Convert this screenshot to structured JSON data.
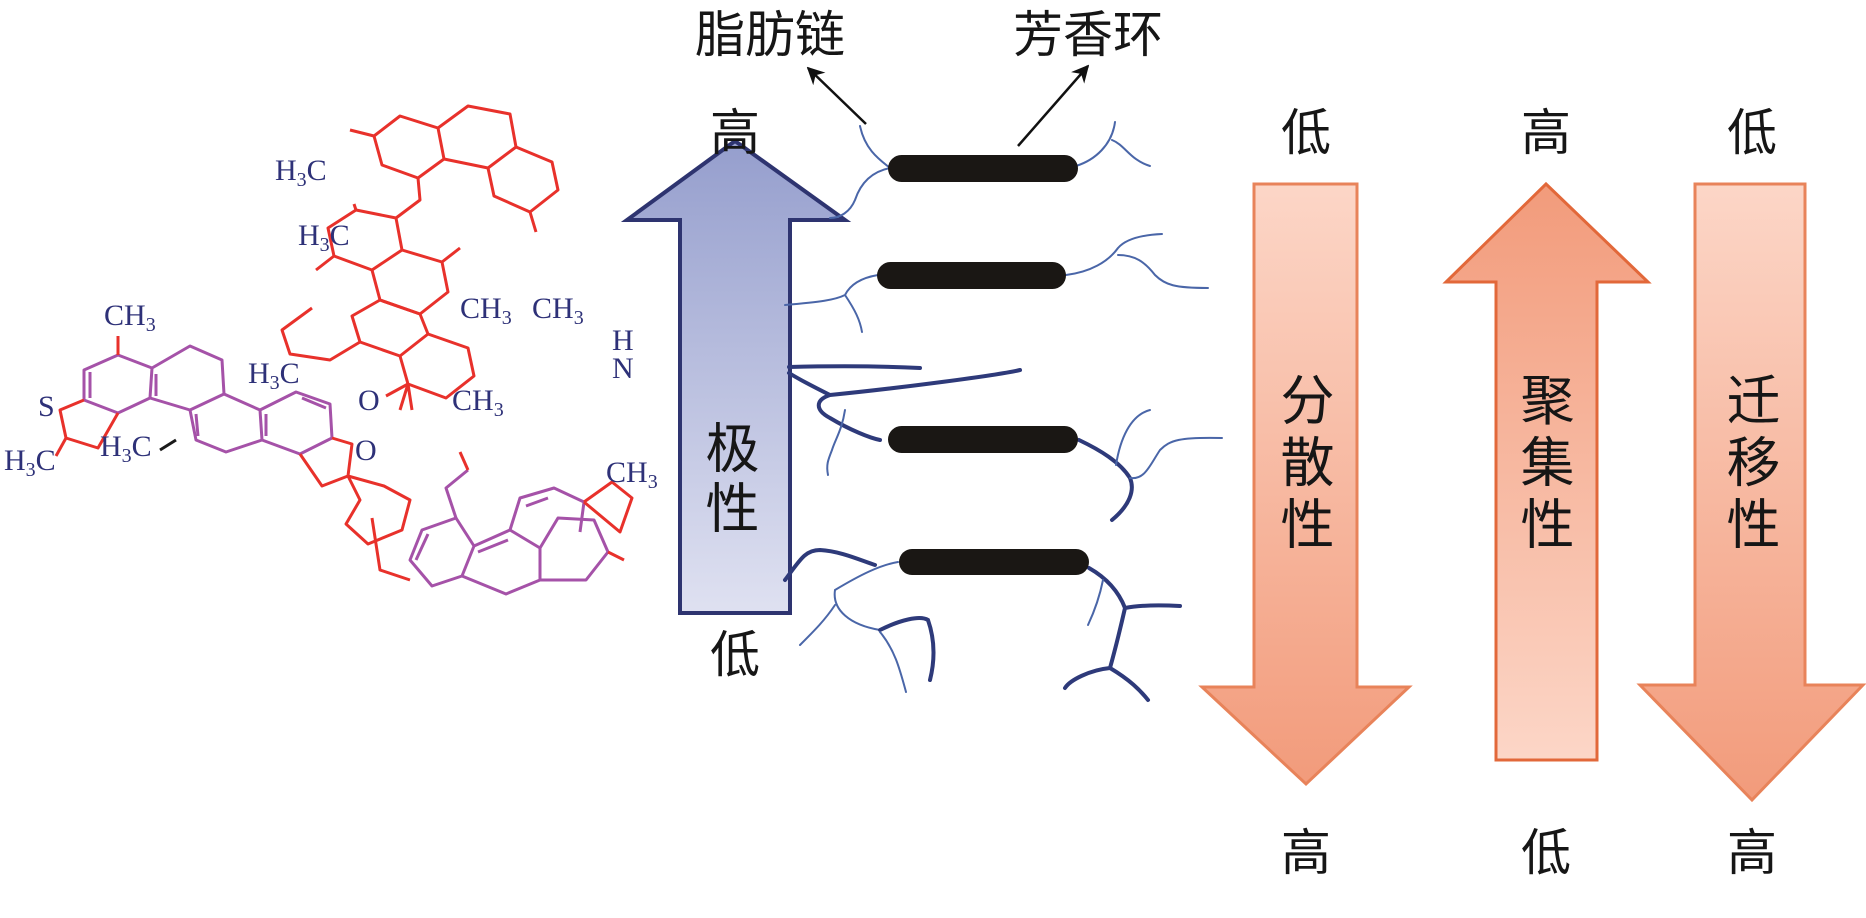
{
  "diagram": {
    "top_labels": {
      "aliphatic_chain": "脂肪链",
      "aromatic_ring": "芳香环"
    },
    "polarity_arrow": {
      "label": "极性",
      "top": "高",
      "bottom": "低",
      "direction": "up",
      "color": "#9aa3cf"
    },
    "property_arrows": [
      {
        "label": "分散性",
        "top": "低",
        "bottom": "高",
        "direction": "down",
        "color": "#f5a88a"
      },
      {
        "label": "聚集性",
        "top": "高",
        "bottom": "低",
        "direction": "up",
        "color": "#f5a88a"
      },
      {
        "label": "迁移性",
        "top": "低",
        "bottom": "高",
        "direction": "down",
        "color": "#f5a88a"
      }
    ],
    "molecule": {
      "atoms": {
        "h3c": "H",
        "ch3": "CH",
        "sub3": "3",
        "c": "C",
        "s": "S",
        "o": "O",
        "n": "N",
        "h": "H"
      },
      "colors": {
        "aliphatic": "#e8312b",
        "aromatic": "#a552a8",
        "labels": "#2e3178"
      }
    }
  }
}
